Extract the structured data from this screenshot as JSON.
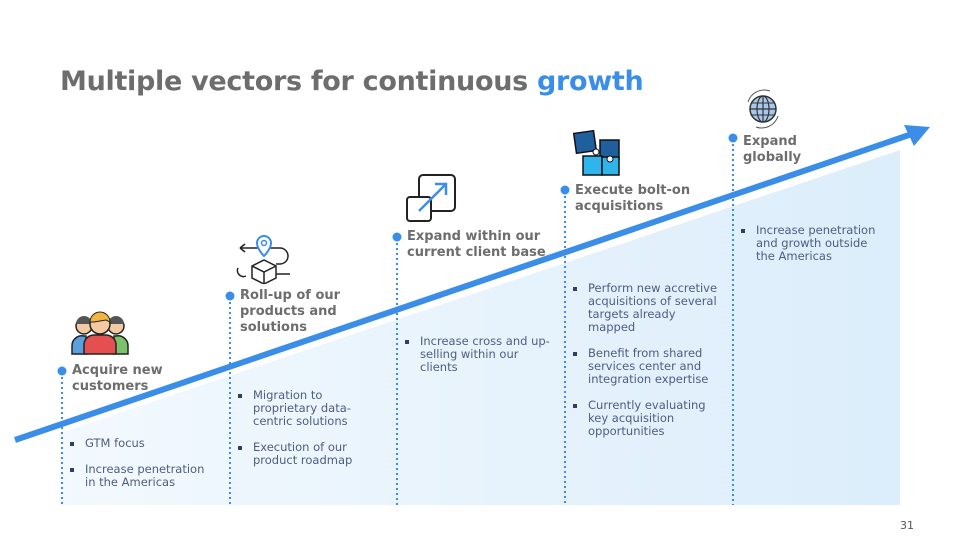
{
  "title": {
    "text": "Multiple vectors for continuous ",
    "accent": "growth"
  },
  "accent_color": "#3b8ee8",
  "vectors": [
    {
      "heading": "Acquire new customers",
      "icon": "customers-icon",
      "bullets": [
        "GTM focus",
        "Increase penetration in the Americas"
      ]
    },
    {
      "heading": "Roll-up of our products and solutions",
      "icon": "package-location-icon",
      "bullets": [
        "Migration to proprietary data-centric solutions",
        "Execution of our product roadmap"
      ]
    },
    {
      "heading": "Expand within our current client base",
      "icon": "expand-arrow-icon",
      "bullets": [
        "Increase cross and up-selling within our clients"
      ]
    },
    {
      "heading": "Execute bolt-on acquisitions",
      "icon": "puzzle-icon",
      "bullets": [
        "Perform new accretive acquisitions of several targets already mapped",
        "Benefit from shared services center and integration expertise",
        "Currently evaluating key acquisition opportunities"
      ]
    },
    {
      "heading": "Expand globally",
      "icon": "globe-icon",
      "bullets": [
        "Increase penetration and growth outside the Americas"
      ]
    }
  ],
  "page_number": "31"
}
